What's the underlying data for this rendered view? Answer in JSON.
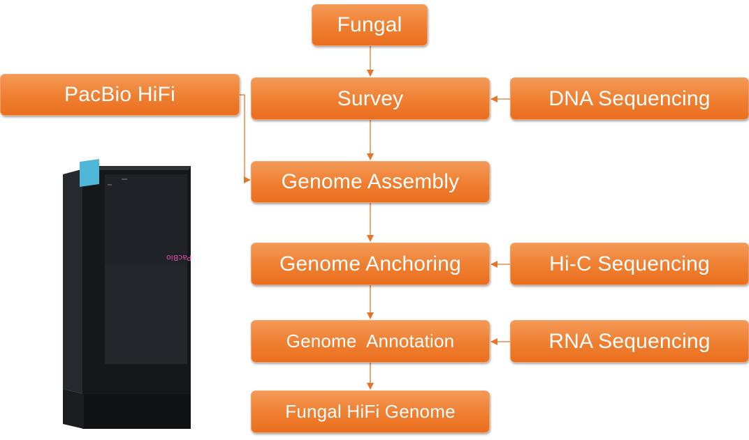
{
  "nodes": {
    "fungal": "Fungal",
    "survey": "Survey",
    "dna_sequencing": "DNA Sequencing",
    "pacbio_hifi": "PacBio HiFi",
    "genome_assembly": "Genome Assembly",
    "genome_anchoring": "Genome Anchoring",
    "hic_sequencing": "Hi-C Sequencing",
    "genome_annotation": "Genome  Annotation",
    "rna_sequencing": "RNA Sequencing",
    "fungal_hifi_genome": "Fungal HiFi Genome"
  },
  "machine": {
    "logo": "PacBio"
  },
  "colors": {
    "box_fill": "#ef7e30",
    "arrow": "#e8742a",
    "machine_body": "#1b1d20",
    "machine_accent": "#4fb8d8",
    "logo": "#e24aa8"
  }
}
